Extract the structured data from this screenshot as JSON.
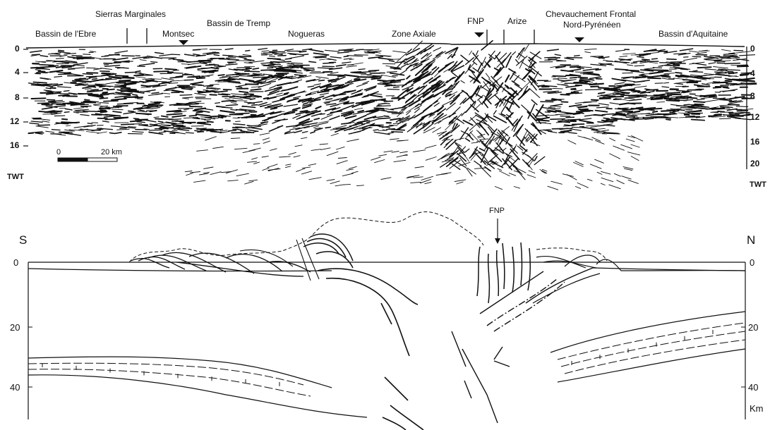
{
  "regions": {
    "ebre": "Bassin de l'Ebre",
    "sierras": "Sierras Marginales",
    "montsec": "Montsec",
    "tremp": "Bassin de Tremp",
    "nogueras": "Nogueras",
    "axiale": "Zone Axiale",
    "fnp": "FNP",
    "arize": "Arize",
    "chevauchement_l1": "Chevauchement Frontal",
    "chevauchement_l2": "Nord-Pyrénéen",
    "aquitaine": "Bassin d'Aquitaine"
  },
  "seismic_profile": {
    "left_axis_ticks": [
      "0",
      "4",
      "8",
      "12",
      "16"
    ],
    "right_axis_ticks": [
      "0",
      "4",
      "8",
      "12",
      "16",
      "20"
    ],
    "axis_unit": "TWT",
    "scale_bar": {
      "start": "0",
      "end": "20 km"
    }
  },
  "cross_section": {
    "south": "S",
    "north": "N",
    "fnp": "FNP",
    "depth_ticks": [
      "0",
      "20",
      "40"
    ],
    "depth_unit": "Km"
  }
}
